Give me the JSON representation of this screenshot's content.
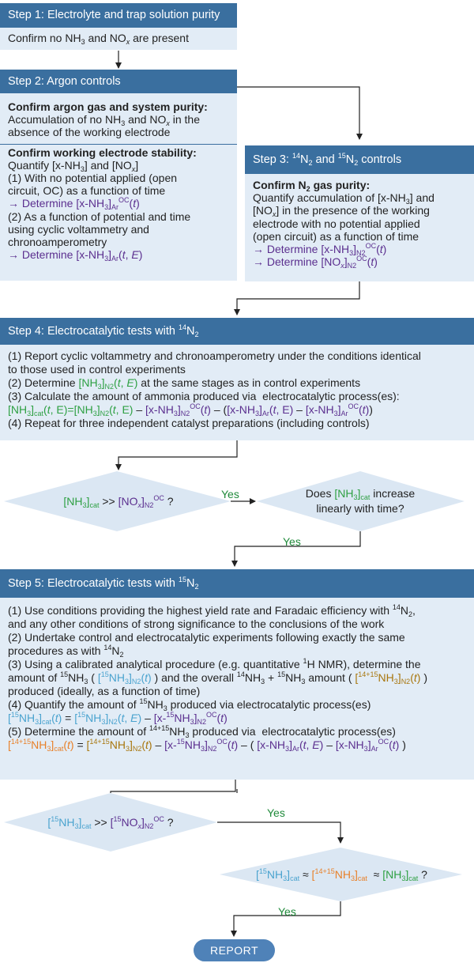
{
  "step1": {
    "header": "Step 1: Electrolyte and trap solution purity"
  },
  "step2": {
    "header": "Step 2: Argon controls",
    "block1_title": "Confirm argon gas and system purity:",
    "block2_title": "Confirm working electrode stability:"
  },
  "step3": {
    "header_prefix": "Step 3: ",
    "title": "Confirm N",
    "title_suffix": " gas purity:"
  },
  "step4": {
    "header": "Step 4: Electrocatalytic tests with "
  },
  "step5": {
    "header": "Step 5: Electrocatalytic tests with "
  },
  "decisions": {
    "yes1": "Yes",
    "yes2": "Yes",
    "yes3": "Yes",
    "yes4": "Yes"
  },
  "report": "REPORT",
  "colors": {
    "header_bg": "#3a6f9f",
    "panel_bg": "#e2ecf6",
    "diamond_bg": "#dbe7f3",
    "purple": "#5b2f8f",
    "green": "#2ea043",
    "blue": "#4aa3cf",
    "orange": "#e8812a",
    "brown": "#a8760d"
  }
}
